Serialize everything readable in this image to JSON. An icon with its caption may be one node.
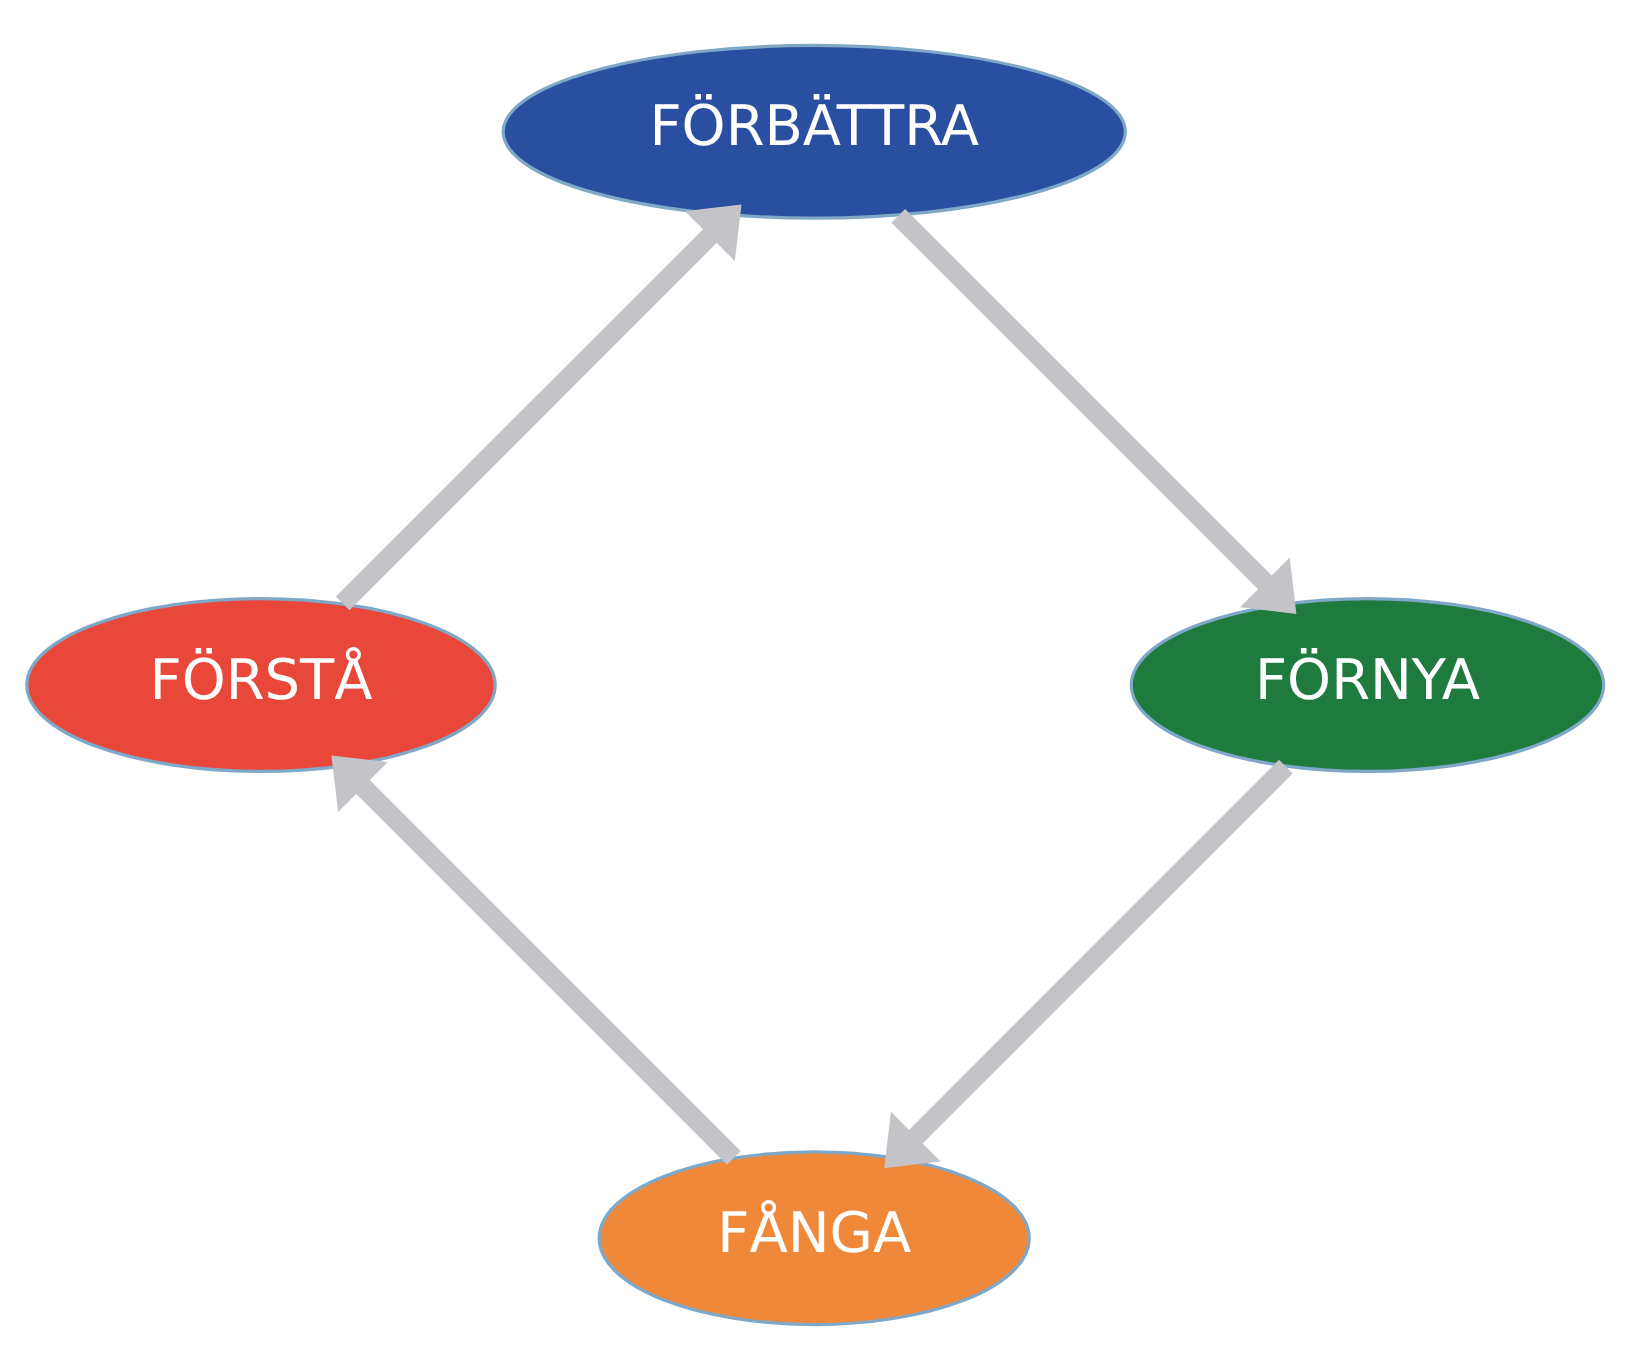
{
  "diagram": {
    "nodes": [
      {
        "text": [
          "FÅNGA"
        ]
      },
      {
        "text": [
          "FÖRSTÅ"
        ]
      },
      {
        "text": [
          "FÖRBÄTTRA"
        ]
      },
      {
        "text": [
          "FÖRNYA"
        ]
      }
    ],
    "edges": [
      {
        "from": 0,
        "to": 1,
        "arrow": "to"
      },
      {
        "from": 1,
        "to": 2,
        "arrow": "to"
      },
      {
        "from": 2,
        "to": 3,
        "arrow": "to"
      },
      {
        "from": 3,
        "to": 0,
        "arrow": "to"
      }
    ]
  }
}
